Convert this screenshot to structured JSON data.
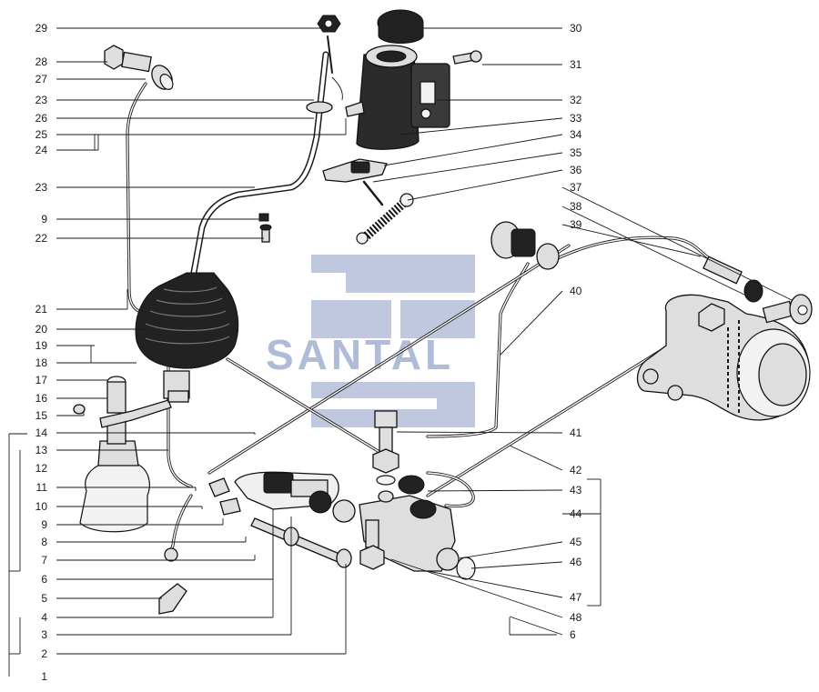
{
  "watermark": {
    "text": "SANTAL",
    "color": "#7d8fbe"
  },
  "callouts_left": [
    "29",
    "28",
    "27",
    "23",
    "26",
    "25",
    "24",
    "23",
    "9",
    "22",
    "21",
    "20",
    "19",
    "18",
    "17",
    "16",
    "15",
    "14",
    "13",
    "12",
    "11",
    "10",
    "9",
    "8",
    "7",
    "6",
    "5",
    "4",
    "3",
    "2",
    "1"
  ],
  "callouts_right": [
    "30",
    "31",
    "32",
    "33",
    "34",
    "35",
    "36",
    "37",
    "38",
    "39",
    "40",
    "41",
    "42",
    "43",
    "44",
    "45",
    "46",
    "47",
    "48",
    "6"
  ]
}
